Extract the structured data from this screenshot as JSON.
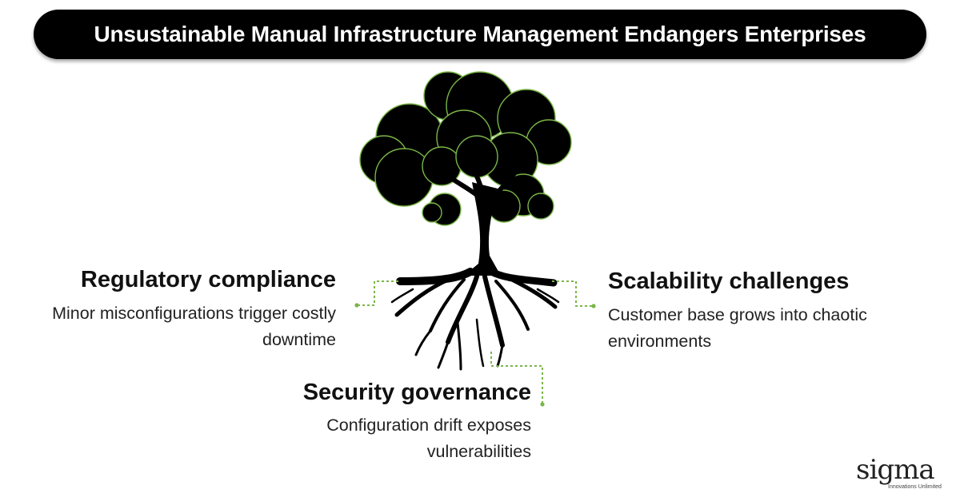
{
  "title": "Unsustainable Manual Infrastructure Management Endangers Enterprises",
  "items": [
    {
      "heading": "Regulatory compliance",
      "description": "Minor misconfigurations trigger costly downtime"
    },
    {
      "heading": "Scalability challenges",
      "description": "Customer base grows into chaotic environments"
    },
    {
      "heading": "Security governance",
      "description": "Configuration drift exposes vulnerabilities"
    }
  ],
  "logo": {
    "word": "sigma",
    "tagline": "Innovations Unlimited"
  },
  "colors": {
    "accent": "#7ab648",
    "tree": "#000000",
    "title_bg": "#000000",
    "title_text": "#ffffff"
  }
}
